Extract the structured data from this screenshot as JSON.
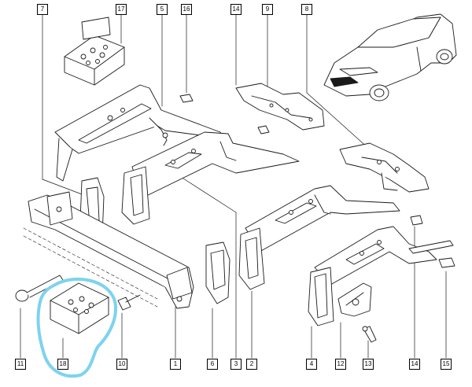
{
  "diagram": {
    "part_numbers": {
      "p1": "1",
      "p2": "2",
      "p3": "3",
      "p4": "4",
      "p5": "5",
      "p6": "6",
      "p7": "7",
      "p8": "8",
      "p9": "9",
      "p10": "10",
      "p11": "11",
      "p12": "12",
      "p13": "13",
      "p14a": "14",
      "p14b": "14",
      "p15": "15",
      "p16": "16",
      "p17": "17",
      "p18": "18"
    },
    "highlight_color": "#7dd3ee",
    "line_color": "#1a1a1a"
  }
}
